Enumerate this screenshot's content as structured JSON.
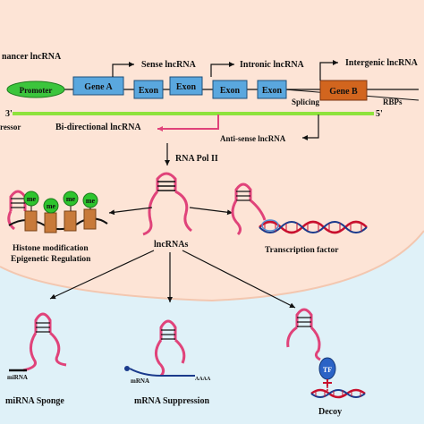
{
  "colors": {
    "nucleus": "#fde4d6",
    "cytoplasm": "#dff1f8",
    "gene_box": "#5aa7de",
    "gene_b": "#d2651e",
    "promoter": "#3cc53c",
    "lncrna": "#e0437a",
    "me_ball": "#2ec42e",
    "histone": "#c87a3a",
    "dna_red": "#c8102e",
    "tf": "#2b63c6"
  },
  "labels": {
    "enhancer": "nancer lncRNA",
    "promoter": "Promoter",
    "gene_a": "Gene A",
    "exon1": "Exon",
    "exon2": "Exon",
    "exon3": "Exon",
    "exon4": "Exon",
    "gene_b": "Gene B",
    "sense": "Sense lncRNA",
    "intronic": "Intronic lncRNA",
    "intergenic": "Intergenic lncRNA",
    "splicing": "Splicing",
    "rbps": "RBPs",
    "three_prime": "3'",
    "five_prime": "5'",
    "repressor": "ressor",
    "bidirectional": "Bi-directional lncRNA",
    "antisense": "Anti-sense lncRNA",
    "rna_pol": "RNA Pol II",
    "me": "me",
    "histone_line1": "Histone modification",
    "histone_line2": "Epigenetic Regulation",
    "lncrnas": "lncRNAs",
    "tf_factor": "Transcription  factor",
    "mirna_small": "miRNA",
    "mirna_sponge": "miRNA Sponge",
    "mrna_small": "mRNA",
    "aaaa": "AAAA",
    "mrna_suppression": "mRNA Suppression",
    "tf": "TF",
    "decoy": "Decoy"
  }
}
